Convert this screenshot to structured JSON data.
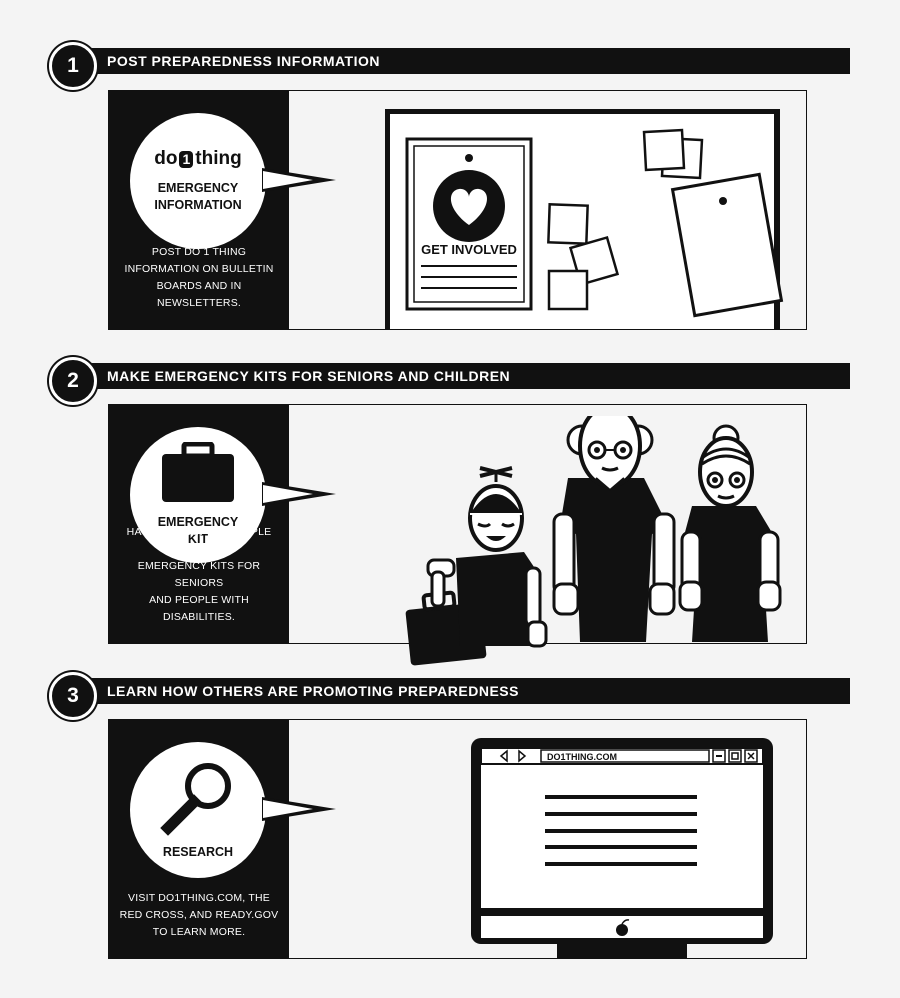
{
  "sections": [
    {
      "number": "1",
      "title": "POST PREPAREDNESS INFORMATION",
      "logo": {
        "left": "do",
        "middle": "1",
        "right": "thing"
      },
      "bubble_label_line1": "EMERGENCY",
      "bubble_label_line2": "INFORMATION",
      "caption_lines": [
        "POST DO 1 THING",
        "INFORMATION ON BULLETIN",
        "BOARDS AND IN NEWSLETTERS."
      ],
      "poster_text": "GET INVOLVED",
      "icon": "heart-icon"
    },
    {
      "number": "2",
      "title": "MAKE EMERGENCY KITS FOR SENIORS AND CHILDREN",
      "bubble_label_line1": "EMERGENCY",
      "bubble_label_line2": "KIT",
      "caption_lines": [
        "HAVE A GROUP OF PEOPLE MAKE",
        "EMERGENCY KITS FOR SENIORS",
        "AND PEOPLE WITH DISABILITIES."
      ],
      "icon": "briefcase-icon"
    },
    {
      "number": "3",
      "title": "LEARN HOW OTHERS ARE PROMOTING PREPAREDNESS",
      "bubble_label_line1": "RESEARCH",
      "caption_lines": [
        "VISIT DO1THING.COM, THE",
        "RED CROSS, AND READY.GOV",
        "TO LEARN MORE."
      ],
      "browser_url": "DO1THING.COM",
      "icon": "magnifier-icon"
    }
  ]
}
